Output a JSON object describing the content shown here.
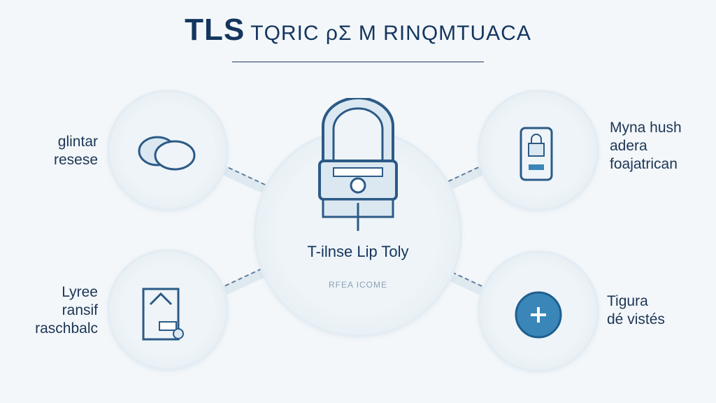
{
  "title": {
    "bold": "TLS",
    "rest": "TQRIC ρΣ M RINQMTUACA"
  },
  "center": {
    "title": "T-ilnse Lip Toly",
    "subtitle": "RFEA ICOME",
    "icon": "padlock-icon"
  },
  "nodes": [
    {
      "label_lines": [
        "glintar",
        "resese"
      ],
      "icon": "cloud-icon"
    },
    {
      "label_lines": [
        "Myna hush",
        "adera",
        "foajatrican"
      ],
      "icon": "phone-lock-icon"
    },
    {
      "label_lines": [
        "Lyree",
        "ransif",
        "raschbalc"
      ],
      "icon": "certificate-icon"
    },
    {
      "label_lines": [
        "Tigura",
        "dé vistés"
      ],
      "icon": "plus-icon"
    }
  ],
  "colors": {
    "accent": "#3a86b8",
    "dark": "#14365e"
  }
}
